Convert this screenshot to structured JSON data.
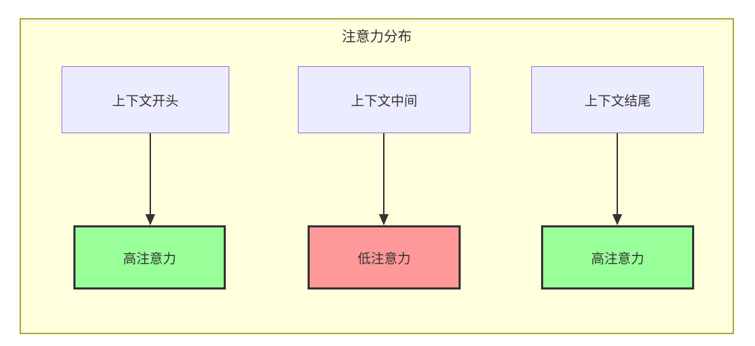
{
  "diagram": {
    "title": "注意力分布",
    "nodes": {
      "sources": [
        {
          "label": "上下文开头"
        },
        {
          "label": "上下文中间"
        },
        {
          "label": "上下文结尾"
        }
      ],
      "results": [
        {
          "label": "高注意力",
          "level": "high"
        },
        {
          "label": "低注意力",
          "level": "low"
        },
        {
          "label": "高注意力",
          "level": "high"
        }
      ]
    },
    "edges": [
      {
        "from": "上下文开头",
        "to": "高注意力"
      },
      {
        "from": "上下文中间",
        "to": "低注意力"
      },
      {
        "from": "上下文结尾",
        "to": "高注意力"
      }
    ],
    "colors": {
      "container_bg": "#ffffde",
      "container_border": "#aaaa33",
      "source_bg": "#ececff",
      "source_border": "#9370db",
      "high_attention_bg": "#99ff99",
      "low_attention_bg": "#ff9999",
      "result_border": "#333333",
      "arrow": "#333333",
      "text": "#333333"
    }
  }
}
